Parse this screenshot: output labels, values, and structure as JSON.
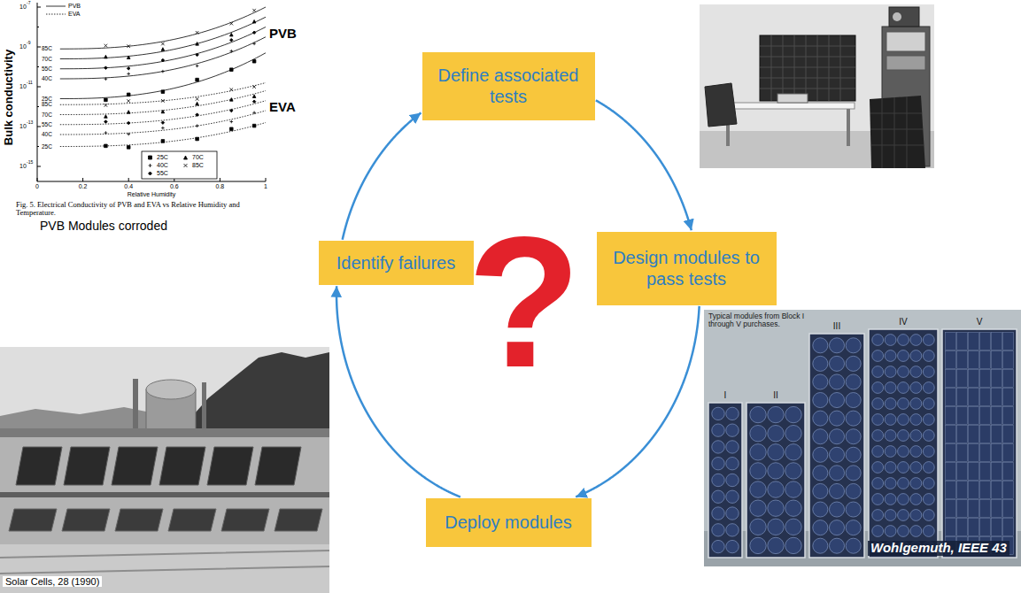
{
  "diagram": {
    "nodes": [
      {
        "text": [
          "Define associated tests"
        ]
      },
      {
        "text": [
          "Design modules to pass tests"
        ]
      },
      {
        "text": [
          "Deploy modules"
        ]
      },
      {
        "text": [
          "Identify failures"
        ]
      }
    ],
    "edges": [
      {
        "from": 0,
        "to": 1,
        "arrow": "to"
      },
      {
        "from": 1,
        "to": 2,
        "arrow": "to"
      },
      {
        "from": 2,
        "to": 3,
        "arrow": "to"
      },
      {
        "from": 3,
        "to": 0,
        "arrow": "to"
      }
    ],
    "labels": [
      "Bulk conductivity",
      "10",
      "-7",
      "10",
      "-9",
      "10",
      "-11",
      "10",
      "-13",
      "10",
      "-15",
      "85C",
      "70C",
      "55C",
      "40C",
      "25C",
      "85C",
      "70C",
      "55C",
      "40C",
      "25C",
      "PVB",
      "EVA",
      "0",
      "0.2",
      "0.4",
      "0.6",
      "0.8",
      "1",
      "Relative Humidity",
      "Fig. 5. Electrical Conductivity of PVB and EVA vs Relative Humidity and Temperature.",
      "PVB Modules corroded",
      "?",
      "Typical modules from Block I through V purchases.",
      "I",
      "II",
      "III",
      "IV",
      "V",
      "Wohlgemuth, IEEE 43",
      "Solar Cells, 28 (1990)"
    ],
    "legend": [
      {
        "text": "PVB"
      },
      {
        "text": "EVA"
      },
      {
        "text": "25C"
      },
      {
        "text": "70C"
      },
      {
        "text": "40C"
      },
      {
        "text": "85C"
      },
      {
        "text": "55C"
      }
    ]
  }
}
